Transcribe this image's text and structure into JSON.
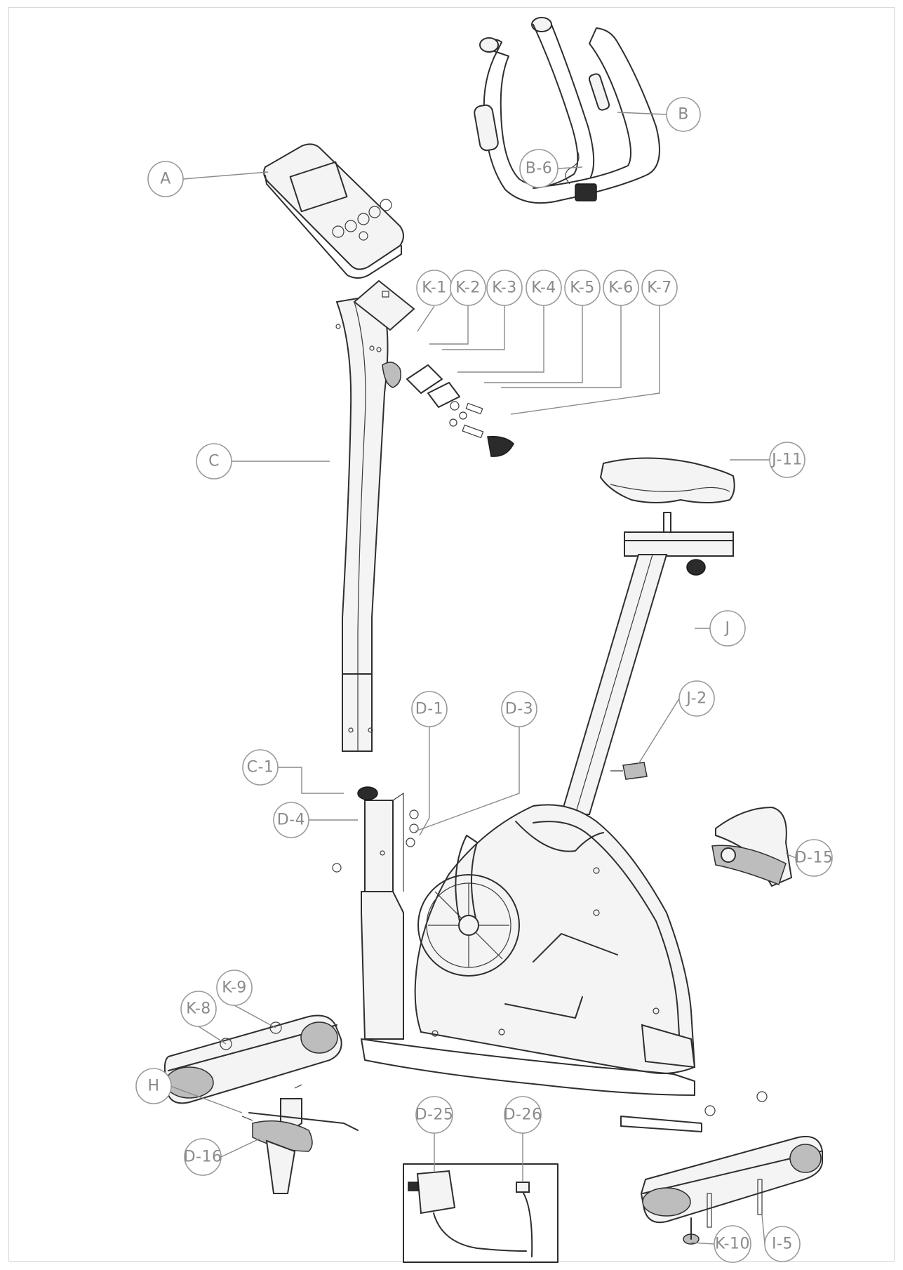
{
  "callouts": {
    "A": "A",
    "B": "B",
    "B6": "B-6",
    "C": "C",
    "C1": "C-1",
    "D1": "D-1",
    "D3": "D-3",
    "D4": "D-4",
    "D15": "D-15",
    "D16": "D-16",
    "D25": "D-25",
    "D26": "D-26",
    "H": "H",
    "J": "J",
    "J2": "J-2",
    "J11": "J-11",
    "K1": "K-1",
    "K2": "K-2",
    "K3": "K-3",
    "K4": "K-4",
    "K5": "K-5",
    "K6": "K-6",
    "K7": "K-7",
    "K8": "K-8",
    "K9": "K-9",
    "K10": "K-10",
    "I5": "I-5"
  }
}
